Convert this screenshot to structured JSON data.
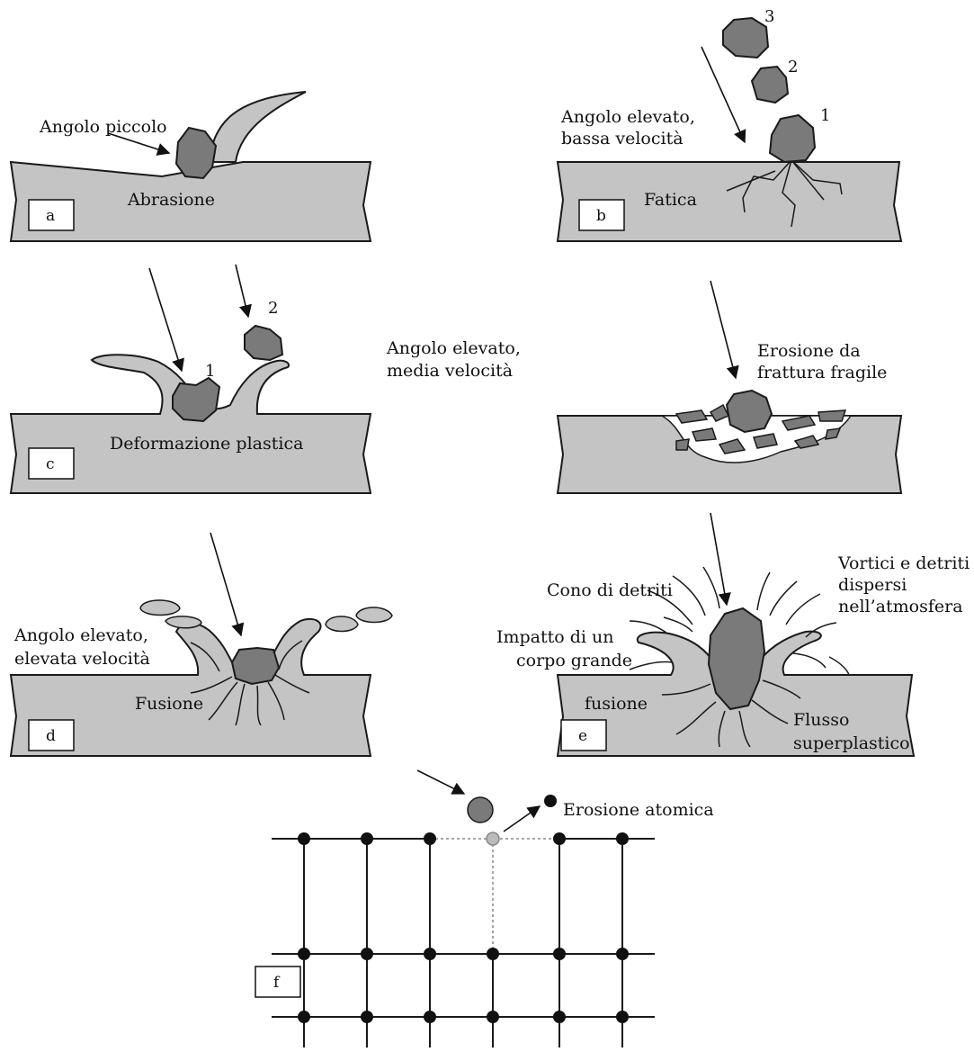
{
  "panels": {
    "a": {
      "box_label": "a",
      "angle_label": "Angolo piccolo",
      "mechanism": "Abrasione"
    },
    "b": {
      "box_label": "b",
      "angle_line1": "Angolo elevato,",
      "angle_line2": "bassa velocità",
      "mechanism": "Fatica",
      "particle_numbers": [
        "1",
        "2",
        "3"
      ]
    },
    "c": {
      "box_label": "c",
      "angle_line1": "Angolo elevato,",
      "angle_line2": "media velocità",
      "mechanism": "Deformazione plastica",
      "particle_numbers": [
        "1",
        "2"
      ]
    },
    "brittle": {
      "mechanism_line1": "Erosione da",
      "mechanism_line2": "frattura fragile"
    },
    "d": {
      "box_label": "d",
      "angle_line1": "Angolo elevato,",
      "angle_line2": "elevata velocità",
      "mechanism": "Fusione"
    },
    "e": {
      "box_label": "e",
      "cone_label": "Cono di detriti",
      "vortex_line1": "Vortici e detriti",
      "vortex_line2": "dispersi",
      "vortex_line3": "nell’atmosfera",
      "impact_line1": "Impatto di un",
      "impact_line2": "corpo grande",
      "fusion_label": "fusione",
      "flow_line1": "Flusso",
      "flow_line2": "superplastico"
    },
    "f": {
      "box_label": "f",
      "mechanism": "Erosione atomica"
    }
  },
  "colors": {
    "substrate": "#c4c4c4",
    "particle": "#7a7a7a",
    "outline": "#1a1a1a",
    "background": "#ffffff"
  }
}
